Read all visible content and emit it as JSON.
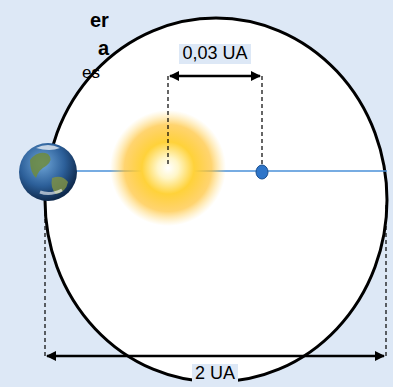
{
  "diagram": {
    "labels": [
      "er",
      "a",
      "es",
      "0,03 UA",
      "2 UA"
    ]
  }
}
